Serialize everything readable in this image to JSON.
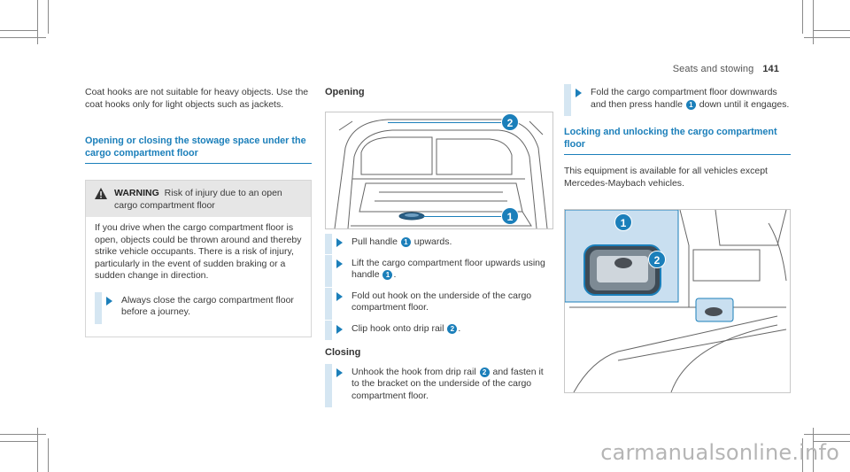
{
  "header": {
    "section": "Seats and stowing",
    "page": "141"
  },
  "col1": {
    "intro": "Coat hooks are not suitable for heavy objects. Use the coat hooks only for light objects such as jackets.",
    "heading": "Opening or closing the stowage space under the cargo compartment floor",
    "warning": {
      "title": "WARNING",
      "lead": "Risk of injury due to an open cargo compartment floor",
      "body": "If you drive when the cargo compartment floor is open, objects could be thrown around and thereby strike vehicle occupants. There is a risk of injury, particularly in the event of sudden braking or a sudden change in direction.",
      "step": "Always close the cargo compartment floor before a journey."
    }
  },
  "col2": {
    "opening_heading": "Opening",
    "opening_steps": [
      {
        "before": "Pull handle ",
        "num": "1",
        "after": " upwards."
      },
      {
        "before": "Lift the cargo compartment floor upwards using handle ",
        "num": "1",
        "after": "."
      },
      {
        "before": "Fold out hook on the underside of the cargo compartment floor.",
        "num": "",
        "after": ""
      },
      {
        "before": "Clip hook onto drip rail ",
        "num": "2",
        "after": "."
      }
    ],
    "closing_heading": "Closing",
    "closing_steps": [
      {
        "before": "Unhook the hook from drip rail ",
        "num": "2",
        "after": " and fasten it to the bracket on the underside of the cargo compartment floor."
      }
    ],
    "figure_callouts": [
      "2",
      "1"
    ]
  },
  "col3": {
    "steps": [
      {
        "before": "Fold the cargo compartment floor downwards and then press handle ",
        "num": "1",
        "after": " down until it engages."
      }
    ],
    "heading": "Locking and unlocking the cargo compartment floor",
    "text": "This equipment is available for all vehicles except Mercedes-Maybach vehicles.",
    "figure_callouts": [
      "1",
      "2"
    ]
  },
  "watermark": "carmanualsonline.info",
  "colors": {
    "accent": "#1b7fba",
    "callout_bg": "#cfe2f0"
  }
}
